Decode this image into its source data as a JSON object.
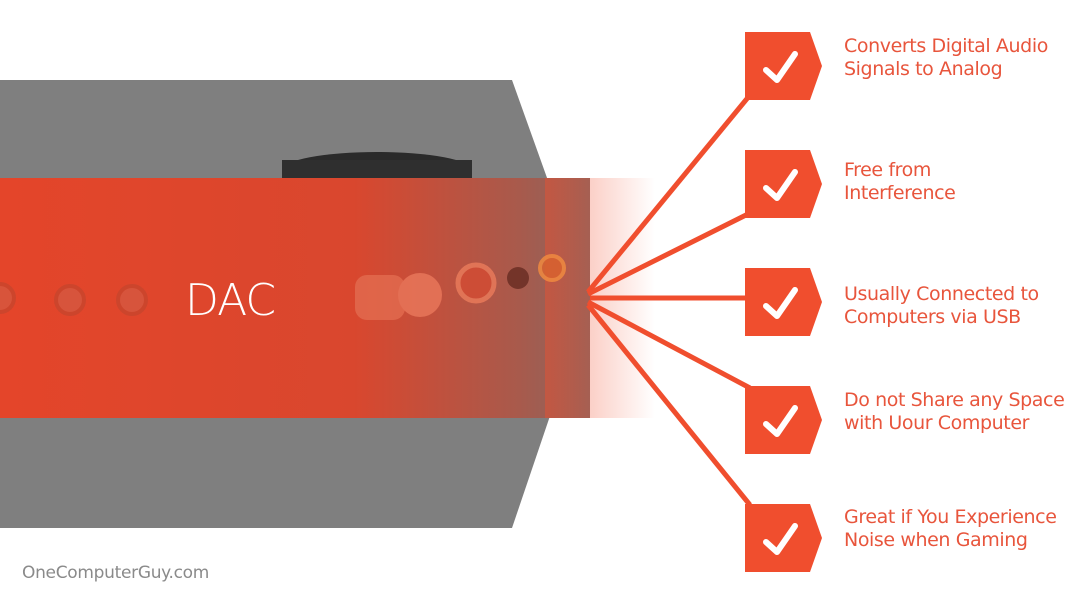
{
  "colors": {
    "accent": "#f04e2e",
    "label_text": "#e8553c",
    "gray_panel": "#7f7f7f",
    "footer_text": "#8a8a8a"
  },
  "center": {
    "label": "DAC"
  },
  "features": [
    {
      "icon": "checkmark-icon",
      "line1": "Converts Digital Audio",
      "line2": "Signals to Analog"
    },
    {
      "icon": "checkmark-icon",
      "line1": "Free from",
      "line2": "Interference"
    },
    {
      "icon": "checkmark-icon",
      "line1": "Usually Connected to",
      "line2": "Computers via USB"
    },
    {
      "icon": "checkmark-icon",
      "line1": "Do not Share any Space",
      "line2": "with Uour Computer"
    },
    {
      "icon": "checkmark-icon",
      "line1": "Great if You Experience",
      "line2": "Noise when Gaming"
    }
  ],
  "footer": {
    "watermark": "OneComputerGuy.com"
  }
}
